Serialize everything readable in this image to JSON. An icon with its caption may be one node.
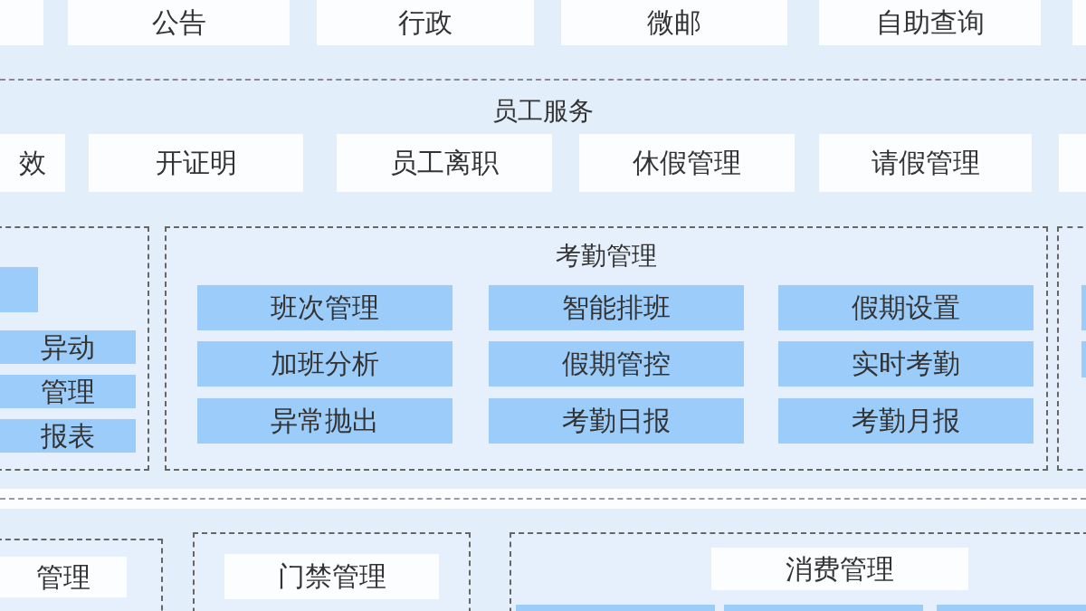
{
  "diagram": {
    "nodes": [
      {
        "text": [],
        "shape": "box"
      },
      {
        "text": [
          "公告"
        ]
      },
      {
        "text": [
          "行政"
        ]
      },
      {
        "text": [
          "微邮"
        ]
      },
      {
        "text": [
          "自助查询"
        ]
      },
      {
        "text": [],
        "shape": "box"
      },
      {
        "text": [
          "员工服务"
        ]
      },
      {
        "text": [
          "效"
        ],
        "in": 6
      },
      {
        "text": [
          "开证明"
        ],
        "in": 6
      },
      {
        "text": [
          "员工离职"
        ],
        "in": 6
      },
      {
        "text": [
          "休假管理"
        ],
        "in": 6
      },
      {
        "text": [
          "请假管理"
        ],
        "in": 6
      },
      {
        "text": [],
        "shape": "box",
        "in": 6
      },
      {
        "text": [],
        "shape": "box"
      },
      {
        "text": [],
        "shape": "box",
        "in": 13
      },
      {
        "text": [
          "异动"
        ],
        "in": 13
      },
      {
        "text": [
          "管理"
        ],
        "in": 13
      },
      {
        "text": [
          "报表"
        ],
        "in": 13
      },
      {
        "text": [
          "考勤管理"
        ]
      },
      {
        "text": [
          "班次管理"
        ],
        "in": 18
      },
      {
        "text": [
          "智能排班"
        ],
        "in": 18
      },
      {
        "text": [
          "假期设置"
        ],
        "in": 18
      },
      {
        "text": [
          "加班分析"
        ],
        "in": 18
      },
      {
        "text": [
          "假期管控"
        ],
        "in": 18
      },
      {
        "text": [
          "实时考勤"
        ],
        "in": 18
      },
      {
        "text": [
          "异常抛出"
        ],
        "in": 18
      },
      {
        "text": [
          "考勤日报"
        ],
        "in": 18
      },
      {
        "text": [
          "考勤月报"
        ],
        "in": 18
      },
      {
        "text": [],
        "shape": "box"
      },
      {
        "text": [],
        "shape": "box",
        "in": 28
      },
      {
        "text": [],
        "shape": "box",
        "in": 28
      },
      {
        "text": [],
        "shape": "box"
      },
      {
        "text": [
          "管理"
        ],
        "in": 31
      },
      {
        "text": [],
        "shape": "box"
      },
      {
        "text": [
          "门禁管理"
        ],
        "in": 33
      },
      {
        "text": [],
        "shape": "box"
      },
      {
        "text": [
          "消费管理"
        ],
        "in": 35
      },
      {
        "text": [],
        "shape": "box",
        "in": 35
      },
      {
        "text": [],
        "shape": "box",
        "in": 35
      },
      {
        "text": [],
        "shape": "box",
        "in": 35
      }
    ],
    "edges": []
  }
}
